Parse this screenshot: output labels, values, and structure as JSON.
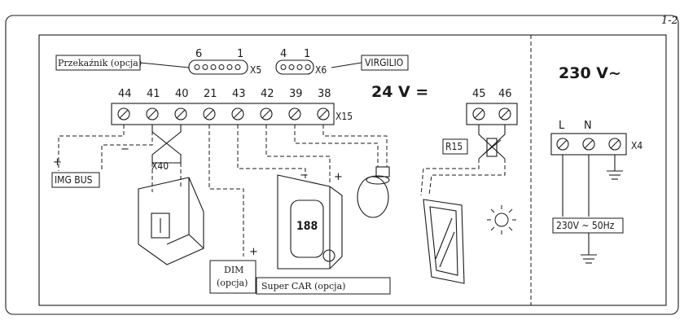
{
  "page_number": "1-2",
  "labels": {
    "relay_option": "Przekaźnik (opcja)",
    "virgilio": "VIRGILIO",
    "img_bus": "IMG BUS",
    "r15": "R15",
    "x40": "X40",
    "x5": "X5",
    "x6": "X6",
    "x15": "X15",
    "x4": "X4",
    "dim_line1": "DIM",
    "dim_line2": "(opcja)",
    "super_car": "Super CAR (opcja)",
    "voltage_24": "24 V =",
    "voltage_230": "230 V~",
    "supply_230": "230V ~ 50Hz",
    "display_888": "188",
    "x5_pin_first": "6",
    "x5_pin_last": "1",
    "x6_pin_first": "4",
    "x6_pin_last": "1",
    "l": "L",
    "n": "N"
  },
  "x15_terminals": [
    "44",
    "41",
    "40",
    "21",
    "43",
    "42",
    "39",
    "38"
  ],
  "r15_terminals": [
    "45",
    "46"
  ],
  "polarity": {
    "plus": "+",
    "minus": "−"
  }
}
